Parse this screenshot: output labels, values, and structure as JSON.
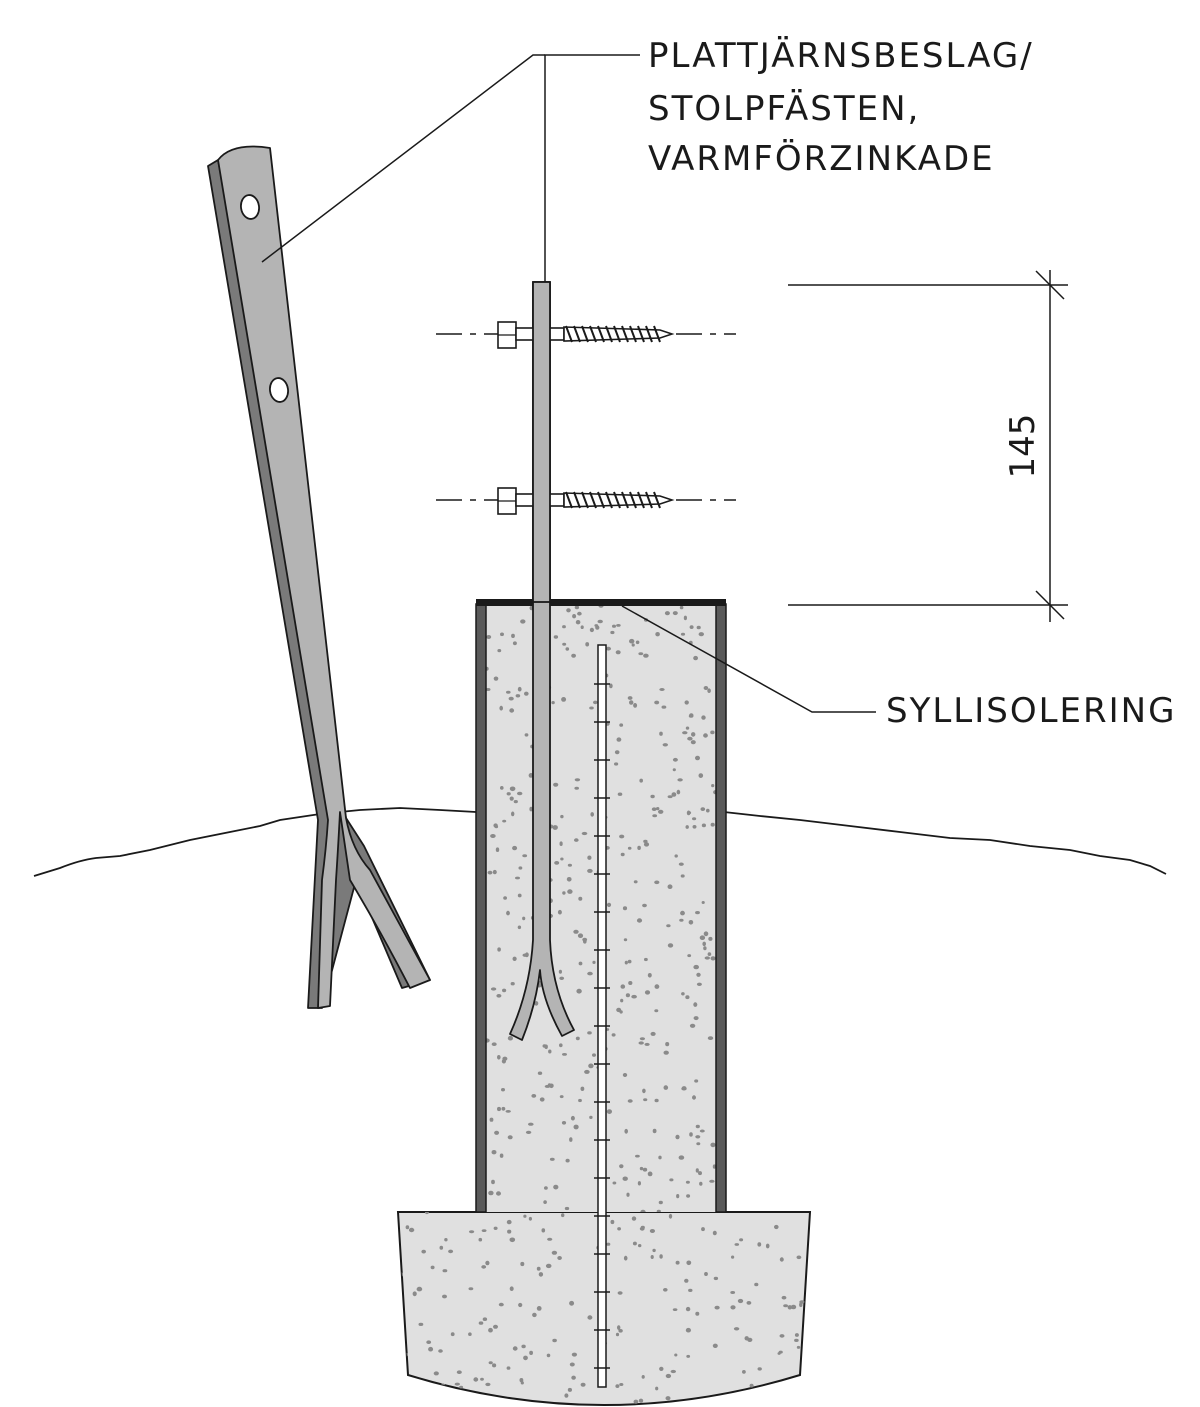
{
  "labels": {
    "bracket_line1": "PLATTJÄRNSBESLAG/",
    "bracket_line2": "STOLPFÄSTEN,",
    "bracket_line3": "VARMFÖRZINKADE",
    "insulation": "SYLLISOLERING"
  },
  "dimension": {
    "value": "145"
  },
  "colors": {
    "steel": "#b4b4b4",
    "steel_side": "#7a7a7a",
    "concrete": "#e0e0e0",
    "formwork": "#5a5a5a",
    "ink": "#1a1a1a"
  }
}
